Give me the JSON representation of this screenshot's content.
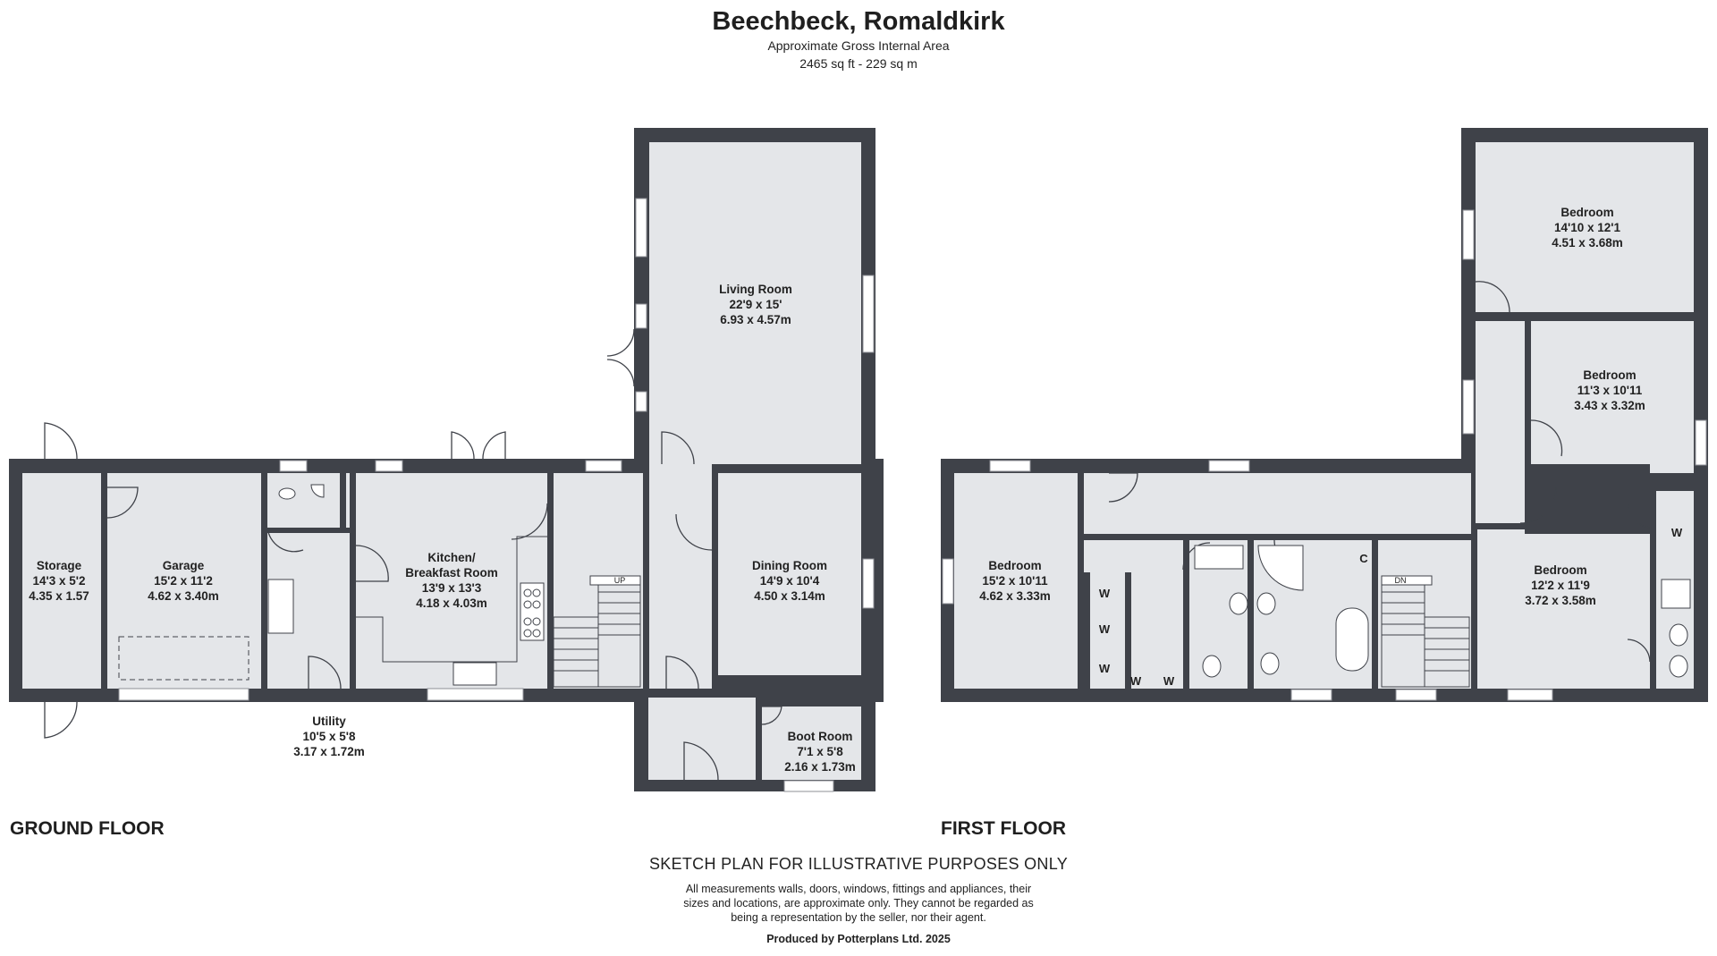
{
  "title": "Beechbeck, Romaldkirk",
  "subtitle": {
    "line1": "Approximate Gross Internal Area",
    "line2": "2465 sq ft - 229 sq m"
  },
  "colors": {
    "wall": "#3f4249",
    "floor": "#e4e6e9",
    "text": "#222222"
  },
  "ground_floor": {
    "label": "GROUND FLOOR",
    "rooms": [
      {
        "name": "Storage",
        "imperial": "14'3 x 5'2",
        "metric": "4.35 x 1.57"
      },
      {
        "name": "Garage",
        "imperial": "15'2 x 11'2",
        "metric": "4.62 x 3.40m"
      },
      {
        "name": "Kitchen/",
        "name2": "Breakfast Room",
        "imperial": "13'9 x 13'3",
        "metric": "4.18 x 4.03m"
      },
      {
        "name": "Living Room",
        "imperial": "22'9 x 15'",
        "metric": "6.93 x 4.57m"
      },
      {
        "name": "Dining Room",
        "imperial": "14'9 x 10'4",
        "metric": "4.50 x 3.14m"
      },
      {
        "name": "Utility",
        "imperial": "10'5 x 5'8",
        "metric": "3.17 x 1.72m"
      },
      {
        "name": "Boot Room",
        "imperial": "7'1 x 5'8",
        "metric": "2.16 x 1.73m"
      }
    ],
    "stair_label": "UP"
  },
  "first_floor": {
    "label": "FIRST FLOOR",
    "rooms": [
      {
        "name": "Bedroom",
        "imperial": "14'10 x 12'1",
        "metric": "4.51 x 3.68m"
      },
      {
        "name": "Bedroom",
        "imperial": "11'3 x 10'11",
        "metric": "3.43 x 3.32m"
      },
      {
        "name": "Bedroom",
        "imperial": "15'2 x 10'11",
        "metric": "4.62 x 3.33m"
      },
      {
        "name": "Bedroom",
        "imperial": "12'2 x 11'9",
        "metric": "3.72 x 3.58m"
      }
    ],
    "stair_label": "DN",
    "wardrobe_label": "W",
    "cupboard_label": "C"
  },
  "disclaimer": {
    "heading": "SKETCH PLAN FOR ILLUSTRATIVE PURPOSES ONLY",
    "line1": "All measurements walls, doors, windows, fittings and appliances, their",
    "line2": "sizes and locations, are approximate only. They cannot be regarded as",
    "line3": "being a representation by the seller, nor their agent."
  },
  "producer": "Produced by Potterplans Ltd. 2025"
}
